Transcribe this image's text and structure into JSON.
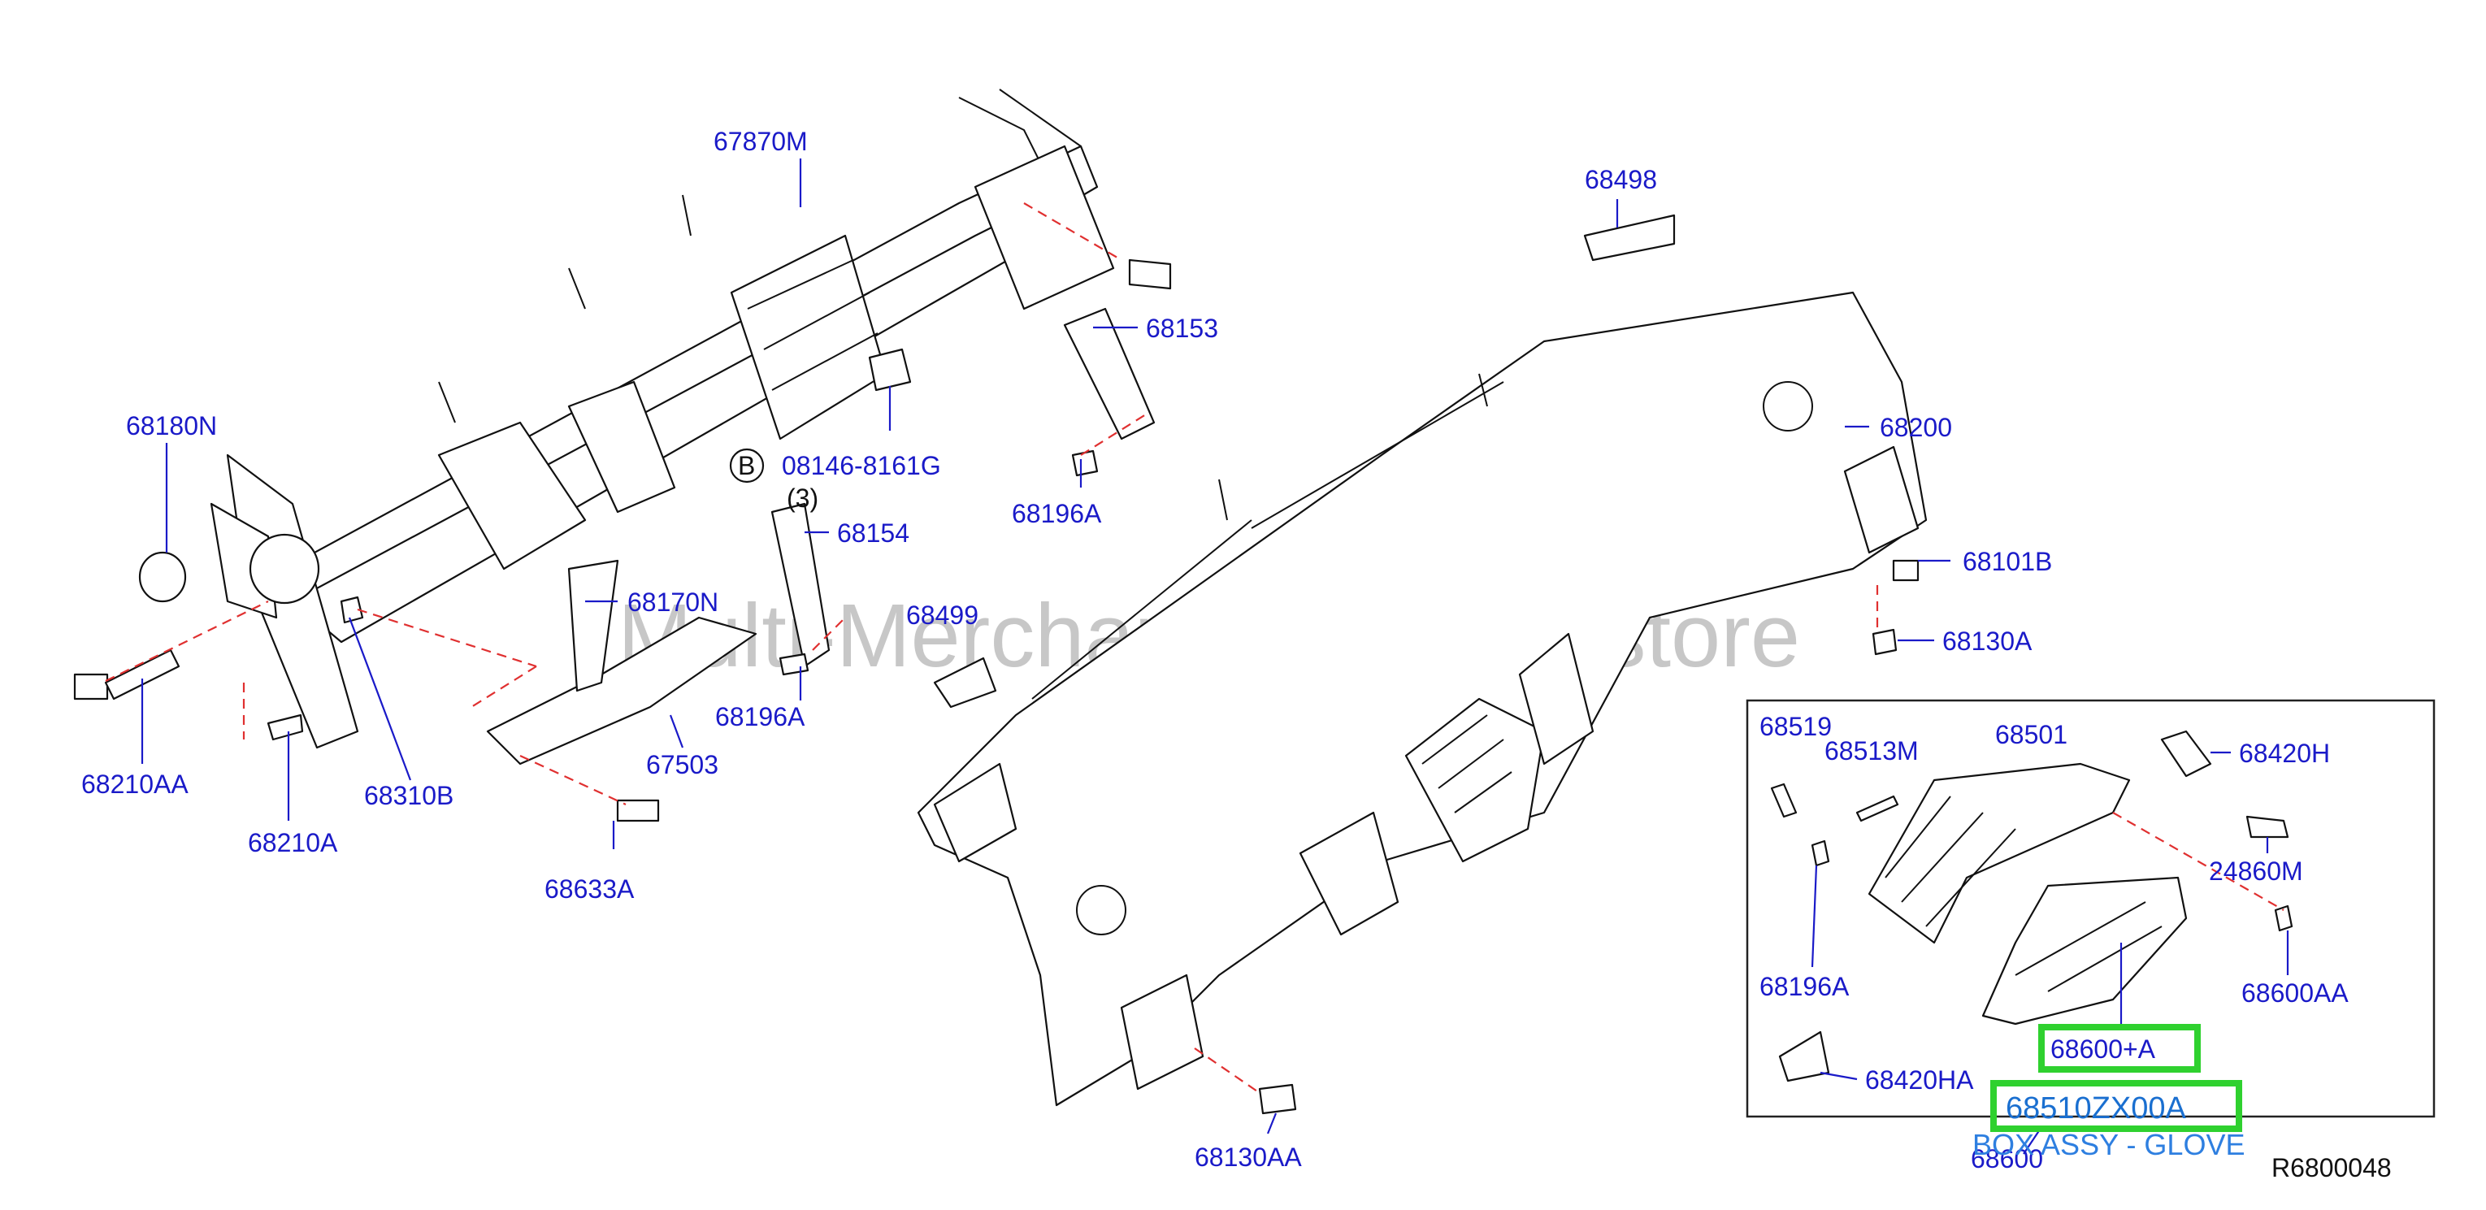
{
  "diagram": {
    "watermark": "Multi-Merchant Auto Partstore",
    "ref_code": "R6800048",
    "callout_b": "B",
    "qty_note": "(3)",
    "highlight_part": "68510ZX00A",
    "highlight_desc": "BOX ASSY - GLOVE",
    "accent_color": "#2fd12f",
    "label_color": "#1a1ac8",
    "leader_color": "#e03030",
    "parts": {
      "p67870M": "67870M",
      "p68180N": "68180N",
      "p68210AA": "68210AA",
      "p68210A": "68210A",
      "p68310B": "68310B",
      "p68170N": "68170N",
      "p67503": "67503",
      "p68633A": "68633A",
      "p68154": "68154",
      "p68196A_1": "68196A",
      "p08146": "08146-8161G",
      "p68153": "68153",
      "p68196A_2": "68196A",
      "p68498": "68498",
      "p68200": "68200",
      "p68101B": "68101B",
      "p68130A": "68130A",
      "p68499": "68499",
      "p68130AA": "68130AA",
      "p68519": "68519",
      "p68513M": "68513M",
      "p68501": "68501",
      "p68420H": "68420H",
      "p24860M": "24860M",
      "p68196A_3": "68196A",
      "p68600AA": "68600AA",
      "p68600A": "68600+A",
      "p68420HA": "68420HA",
      "p68600": "68600"
    }
  }
}
